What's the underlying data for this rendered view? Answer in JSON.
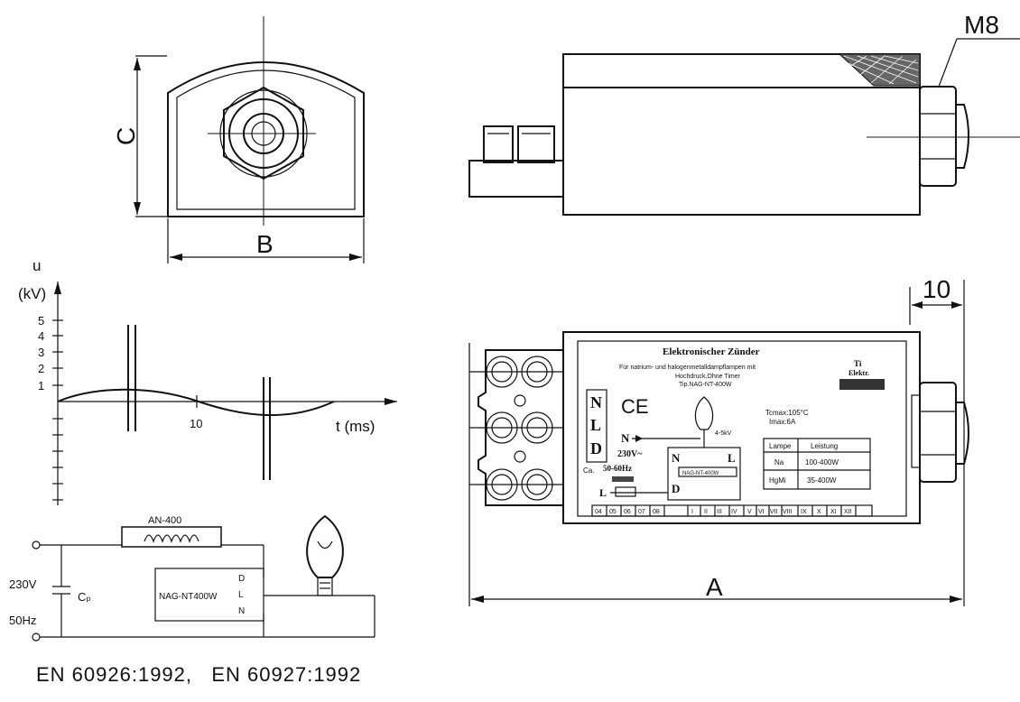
{
  "dimensions": {
    "c": "C",
    "b": "B",
    "m8": "M8",
    "ten": "10",
    "a": "A"
  },
  "graph": {
    "y_label_u": "u",
    "y_label_unit": "(kV)",
    "y_ticks": [
      "5",
      "4",
      "3",
      "2",
      "1"
    ],
    "x_tick": "10",
    "x_label": "t (ms)"
  },
  "circuit": {
    "inductor": "AN-400",
    "voltage": "230V",
    "frequency": "50Hz",
    "capacitor": "Cₚ",
    "igniter": "NAG-NT400W",
    "pins": [
      "D",
      "L",
      "N"
    ]
  },
  "label_plate": {
    "title": "Elektronischer Zünder",
    "desc1": "Für natrium- und halogenmetalldampflampen mit",
    "desc2": "Hochdruck,Ohne Timer",
    "model": "Tip.NAG-NT-400W",
    "nld": [
      "N",
      "L",
      "D"
    ],
    "ce": "CE",
    "n_arrow": "N",
    "l_arrow": "L",
    "voltage": "230V~",
    "freq": "50-60Hz",
    "kv": "4-5kV",
    "ca": "Ca.",
    "tc": "Tcmax:105°C",
    "imax": "Imax:6A",
    "box_n": "N",
    "box_l": "L",
    "box_d": "D",
    "box_model": "NAG-NT-400W",
    "table_header": [
      "Lampe",
      "Leistung"
    ],
    "table_rows": [
      [
        "Na",
        "100-400W"
      ],
      [
        "HgMi",
        "35-400W"
      ]
    ],
    "dates": [
      "04",
      "05",
      "06",
      "07",
      "08"
    ],
    "months": [
      "I",
      "II",
      "III",
      "IV",
      "V",
      "VI",
      "VII",
      "VIII",
      "IX",
      "X",
      "XI",
      "XII"
    ]
  },
  "standards": "EN 60926:1992,   EN 60927:1992"
}
